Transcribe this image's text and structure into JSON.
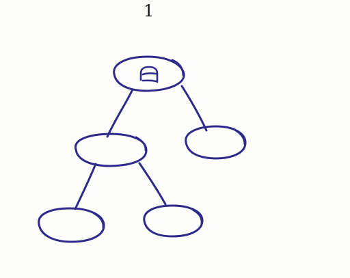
{
  "page": {
    "number": "1"
  },
  "tree": {
    "ink_color": "#2e2a8c",
    "root": {
      "label": "a"
    },
    "nodes": [
      {
        "id": "root",
        "label": "a"
      },
      {
        "id": "left-child",
        "label": ""
      },
      {
        "id": "right-child",
        "label": ""
      },
      {
        "id": "left-left-grandchild",
        "label": ""
      },
      {
        "id": "left-right-grandchild",
        "label": ""
      }
    ],
    "edges": [
      {
        "from": "root",
        "to": "left-child"
      },
      {
        "from": "root",
        "to": "right-child"
      },
      {
        "from": "left-child",
        "to": "left-left-grandchild"
      },
      {
        "from": "left-child",
        "to": "left-right-grandchild"
      }
    ]
  }
}
